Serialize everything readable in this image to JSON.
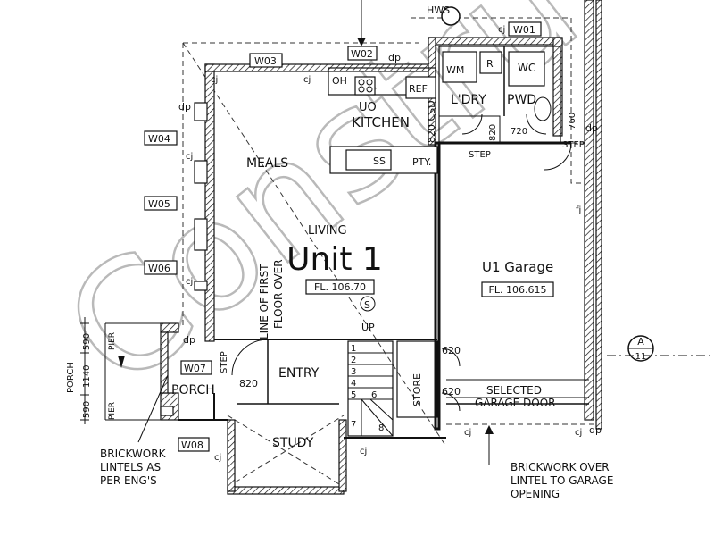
{
  "watermark": "Constru",
  "unit": {
    "title": "Unit 1",
    "floor_level": "FL. 106.70"
  },
  "rooms": {
    "hws": "HWS",
    "wm": "WM",
    "r": "R",
    "wc": "WC",
    "ldry": "L'DRY",
    "pwd": "PWD",
    "oh": "OH",
    "ref": "REF",
    "uo": "UO",
    "kitchen": "KITCHEN",
    "meals": "MEALS",
    "ss": "SS",
    "pty": "PTY.",
    "living": "LIVING",
    "entry": "ENTRY",
    "study": "STUDY",
    "porch": "PORCH",
    "store": "STORE",
    "garage": "U1 Garage",
    "garage_fl": "FL. 106.615"
  },
  "windows": [
    "W01",
    "W02",
    "W03",
    "W04",
    "W05",
    "W06",
    "W07",
    "W08"
  ],
  "annotations": {
    "dp": "dp",
    "cj": "cj",
    "fj": "fj",
    "s": "S",
    "up": "UP",
    "step": "STEP",
    "pier": "PIER",
    "porch_dim": "PORCH",
    "csd": "820 CSD",
    "dim_820": "820",
    "dim_720": "720",
    "dim_760": "760",
    "dim_620": "620",
    "dim_590": "590",
    "dim_1140": "1140",
    "line_first_floor": "LINE OF FIRST",
    "floor_over": "FLOOR OVER",
    "section_mark": "A",
    "section_num": "11",
    "stairs": [
      "1",
      "2",
      "3",
      "4",
      "5",
      "6",
      "7",
      "8"
    ]
  },
  "notes": {
    "garage_door_1": "SELECTED",
    "garage_door_2": "GARAGE DOOR",
    "brick_lintel_1": "BRICKWORK",
    "brick_lintel_2": "LINTELS AS",
    "brick_lintel_3": "PER ENG'S",
    "brick_over_1": "BRICKWORK OVER",
    "brick_over_2": "LINTEL TO GARAGE",
    "brick_over_3": "OPENING"
  }
}
